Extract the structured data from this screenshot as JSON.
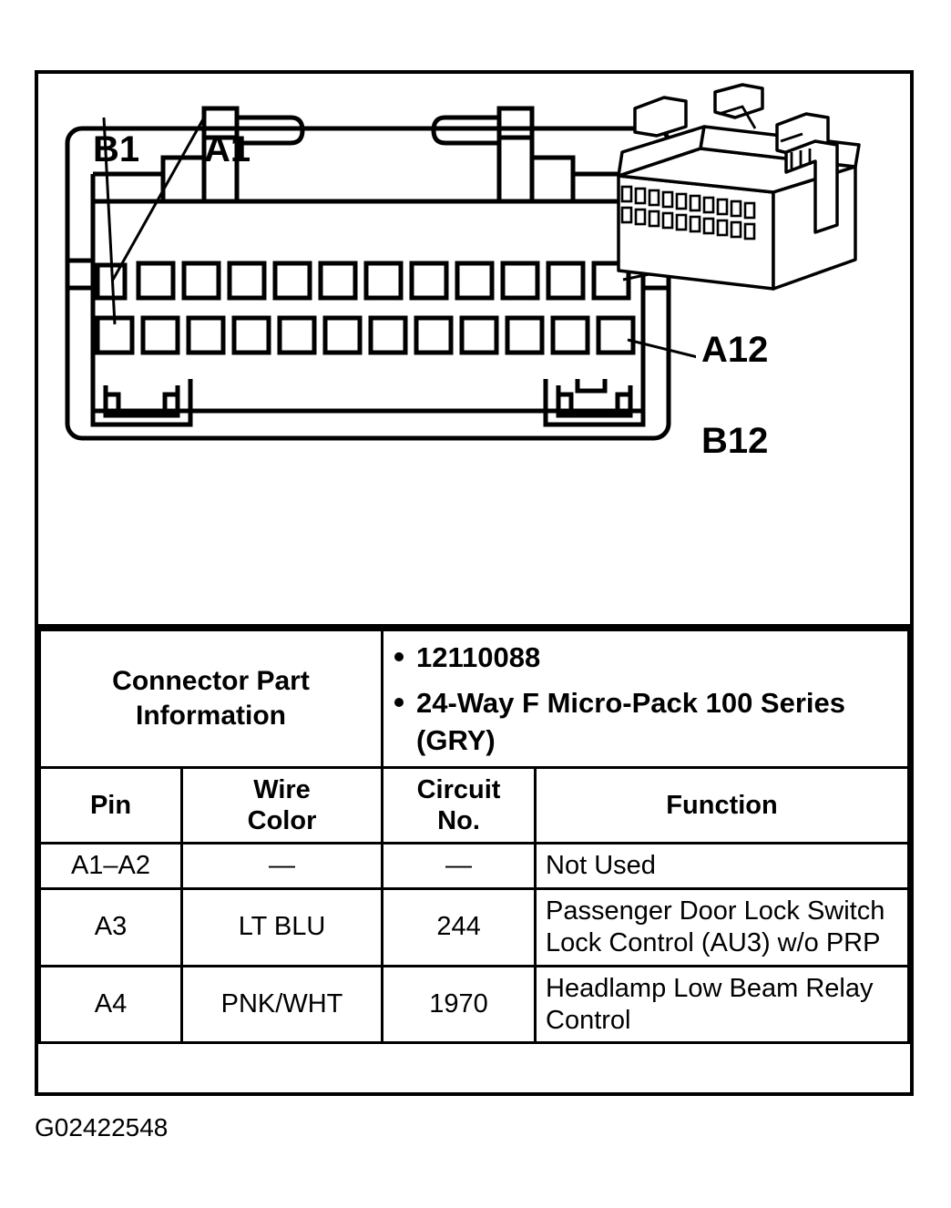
{
  "diagram": {
    "callouts": [
      {
        "id": "b1",
        "label": "B1"
      },
      {
        "id": "a1",
        "label": "A1"
      },
      {
        "id": "a12",
        "label": "A12"
      },
      {
        "id": "b12",
        "label": "B12"
      }
    ],
    "cavity_rows": 2,
    "cavity_columns": 12
  },
  "table": {
    "connector_part_info": {
      "label": "Connector Part Information",
      "values": [
        "12110088",
        "24-Way F Micro-Pack 100 Series (GRY)"
      ]
    },
    "headers": {
      "pin": "Pin",
      "wire_color_line1": "Wire",
      "wire_color_line2": "Color",
      "circuit_line1": "Circuit",
      "circuit_line2": "No.",
      "function": "Function"
    },
    "rows": [
      {
        "pin": "A1–A2",
        "wire_color": "—",
        "circuit_no": "—",
        "function": "Not Used"
      },
      {
        "pin": "A3",
        "wire_color": "LT BLU",
        "circuit_no": "244",
        "function": "Passenger Door Lock Switch Lock Control (AU3) w/o PRP"
      },
      {
        "pin": "A4",
        "wire_color": "PNK/WHT",
        "circuit_no": "1970",
        "function": "Headlamp Low Beam Relay Control"
      }
    ]
  },
  "caption": "G02422548"
}
